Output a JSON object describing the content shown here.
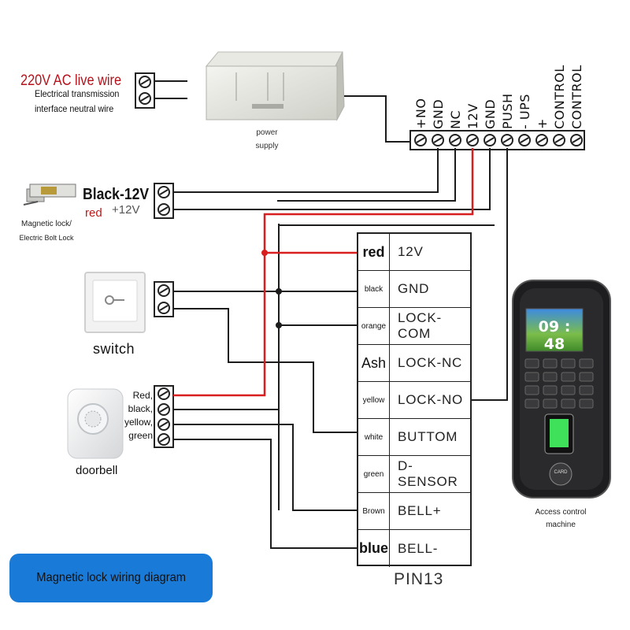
{
  "power": {
    "ac_label": "220V AC live wire",
    "neutral_label_line1": "Electrical transmission",
    "neutral_label_line2": "interface neutral wire",
    "supply_label_line1": "power",
    "supply_label_line2": "supply"
  },
  "terminal_strip": {
    "labels": [
      "+NO",
      "GND",
      "NC",
      "12V",
      "GND",
      "PUSH",
      "-  UPS",
      "+",
      "CONTROL",
      "CONTROL"
    ]
  },
  "lock": {
    "title": "Black-12V",
    "red": "red",
    "plus12": "+12V",
    "caption_line1": "Magnetic lock/",
    "caption_line2": "Electric Bolt Lock"
  },
  "switch": {
    "label": "switch"
  },
  "doorbell": {
    "label": "doorbell",
    "wires": [
      "Red,",
      "black,",
      "yellow,",
      "green"
    ]
  },
  "pin_table": {
    "rows": [
      {
        "color": "red",
        "func": "12V",
        "style": "big"
      },
      {
        "color": "black",
        "func": "GND",
        "style": ""
      },
      {
        "color": "orange",
        "func": "LOCK-COM",
        "style": ""
      },
      {
        "color": "Ash",
        "func": "LOCK-NC",
        "style": "big2"
      },
      {
        "color": "yellow",
        "func": "LOCK-NO",
        "style": ""
      },
      {
        "color": "white",
        "func": "BUTTOM",
        "style": ""
      },
      {
        "color": "green",
        "func": "D-SENSOR",
        "style": ""
      },
      {
        "color": "Brown",
        "func": "BELL+",
        "style": ""
      },
      {
        "color": "blue",
        "func": "BELL-",
        "style": "big"
      }
    ],
    "footer": "PIN13"
  },
  "machine": {
    "clock": "09 : 48",
    "label_line1": "Access control",
    "label_line2": "machine",
    "card_text": "CARD"
  },
  "banner": {
    "text": "Magnetic lock wiring diagram"
  },
  "colors": {
    "wire_red": "#d81e1e",
    "wire_dark": "#1c1c1c",
    "banner": "#1a7ad8",
    "ac_text": "#b5121b"
  }
}
